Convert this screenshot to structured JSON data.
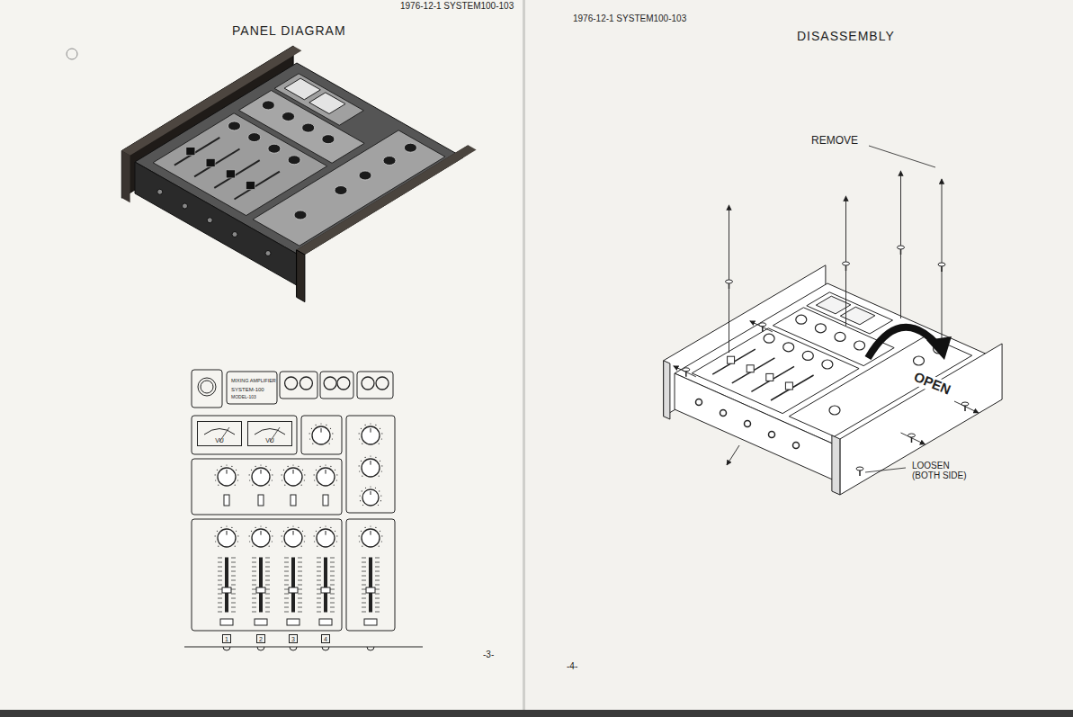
{
  "diagram": {
    "title": "PANEL DIAGRAM",
    "nodes": [
      {
        "text": [
          "VU"
        ]
      },
      {
        "text": [
          "VU"
        ]
      },
      {
        "text": [
          "1"
        ]
      },
      {
        "text": [
          "2"
        ]
      },
      {
        "text": [
          "3"
        ]
      },
      {
        "text": [
          "4"
        ]
      }
    ],
    "labels": [
      "1976-12-1 SYSTEM100-103",
      "MIXING AMPLIFIER",
      "SYSTEM-100",
      "MODEL-103",
      "-3-",
      "1976-12-1 SYSTEM100-103",
      "DISASSEMBLY",
      "REMOVE",
      "OPEN",
      "LOOSEN (BOTH SIDE)",
      "-4-"
    ]
  }
}
